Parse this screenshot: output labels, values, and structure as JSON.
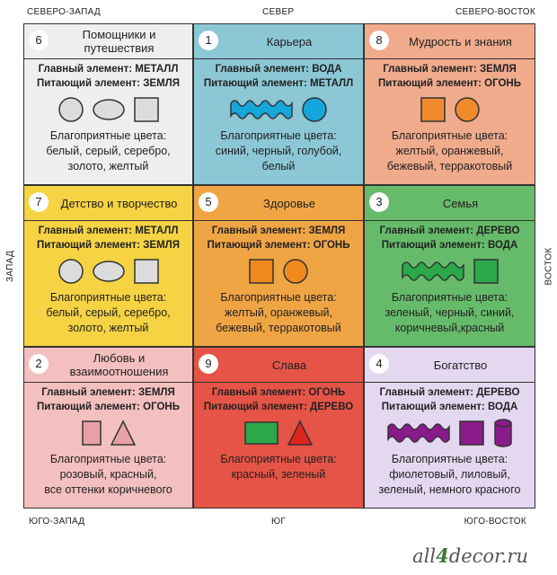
{
  "directions": {
    "nw": "СЕВЕРО-ЗАПАД",
    "n": "СЕВЕР",
    "ne": "СЕВЕРО-ВОСТОК",
    "w": "ЗАПАД",
    "e": "ВОСТОК",
    "sw": "ЮГО-ЗАПАД",
    "s": "ЮГ",
    "se": "ЮГО-ВОСТОК"
  },
  "cells": [
    {
      "num": "6",
      "title": "Помощники и путешествия",
      "bg": "#efefef",
      "main": "Главный элемент: МЕТАЛЛ",
      "feed": "Питающий элемент: ЗЕМЛЯ",
      "colors_label": "Благоприятные цвета:",
      "colors": [
        "белый, серый, серебро,",
        "золото, желтый"
      ],
      "shape_fill": "#dcdcdc",
      "shape_icons": [
        "circle-icon",
        "ellipse-icon",
        "square-icon"
      ]
    },
    {
      "num": "1",
      "title": "Карьера",
      "bg": "#8cc7d6",
      "main": "Главный элемент: ВОДА",
      "feed": "Питающий элемент: МЕТАЛЛ",
      "colors_label": "Благоприятные цвета:",
      "colors": [
        "синий, черный, голубой,",
        "белый"
      ],
      "shape_fill": "#15a6dc",
      "shape_icons": [
        "wave-icon",
        "circle-icon"
      ]
    },
    {
      "num": "8",
      "title": "Мудрость и знания",
      "bg": "#f0ab8c",
      "main": "Главный элемент: ЗЕМЛЯ",
      "feed": "Питающий элемент: ОГОНЬ",
      "colors_label": "Благоприятные цвета:",
      "colors": [
        "желтый, оранжевый,",
        "бежевый, терракотовый"
      ],
      "shape_fill": "#f08a2c",
      "shape_icons": [
        "square-icon",
        "circle-icon"
      ]
    },
    {
      "num": "7",
      "title": "Детство и творчество",
      "bg": "#f5d342",
      "main": "Главный элемент: МЕТАЛЛ",
      "feed": "Питающий элемент: ЗЕМЛЯ",
      "colors_label": "Благоприятные цвета:",
      "colors": [
        "белый, серый, серебро,",
        "золото, желтый"
      ],
      "shape_fill": "#dcdcdc",
      "shape_icons": [
        "circle-icon",
        "ellipse-icon",
        "square-icon"
      ]
    },
    {
      "num": "5",
      "title": "Здоровье",
      "bg": "#f0a545",
      "main": "Главный элемент: ЗЕМЛЯ",
      "feed": "Питающий элемент: ОГОНЬ",
      "colors_label": "Благоприятные цвета:",
      "colors": [
        "желтый, оранжевый,",
        "бежевый, терракотовый"
      ],
      "shape_fill": "#f08a1c",
      "shape_icons": [
        "square-icon",
        "circle-icon"
      ]
    },
    {
      "num": "3",
      "title": "Семья",
      "bg": "#66bb6a",
      "main": "Главный элемент: ДЕРЕВО",
      "feed": "Питающий элемент: ВОДА",
      "colors_label": "Благоприятные цвета:",
      "colors": [
        "зеленый, черный, синий,",
        "коричневый,красный"
      ],
      "shape_fill": "#2aa84a",
      "shape_icons": [
        "wave-icon",
        "square-icon"
      ]
    },
    {
      "num": "2",
      "title": "Любовь и взаимоотношения",
      "bg": "#f4bfbf",
      "main": "Главный элемент: ЗЕМЛЯ",
      "feed": "Питающий элемент: ОГОНЬ",
      "colors_label": "Благоприятные цвета:",
      "colors": [
        "розовый, красный,",
        "все оттенки коричневого"
      ],
      "shape_fill": "#e8a0a8",
      "shape_icons": [
        "rectangle-icon",
        "triangle-icon"
      ]
    },
    {
      "num": "9",
      "title": "Слава",
      "bg": "#e55446",
      "main": "Главный элемент: ОГОНЬ",
      "feed": "Питающий элемент: ДЕРЕВО",
      "colors_label": "Благоприятные цвета:",
      "colors": [
        "красный, зеленый"
      ],
      "shape_fill": "#2aa84a",
      "shape_icons": [
        "rectangle-icon",
        "triangle-icon"
      ]
    },
    {
      "num": "4",
      "title": "Богатство",
      "bg": "#e3d8ef",
      "main": "Главный элемент: ДЕРЕВО",
      "feed": "Питающий элемент: ВОДА",
      "colors_label": "Благоприятные цвета:",
      "colors": [
        "фиолетовый, лиловый,",
        "зеленый, немного красного"
      ],
      "shape_fill": "#8b1a8b",
      "shape_icons": [
        "wave-icon",
        "square-icon",
        "cylinder-icon"
      ]
    }
  ],
  "logo": {
    "pre": "all",
    "num": "4",
    "post": "decor.ru",
    "accent": "#3a7a3a"
  }
}
